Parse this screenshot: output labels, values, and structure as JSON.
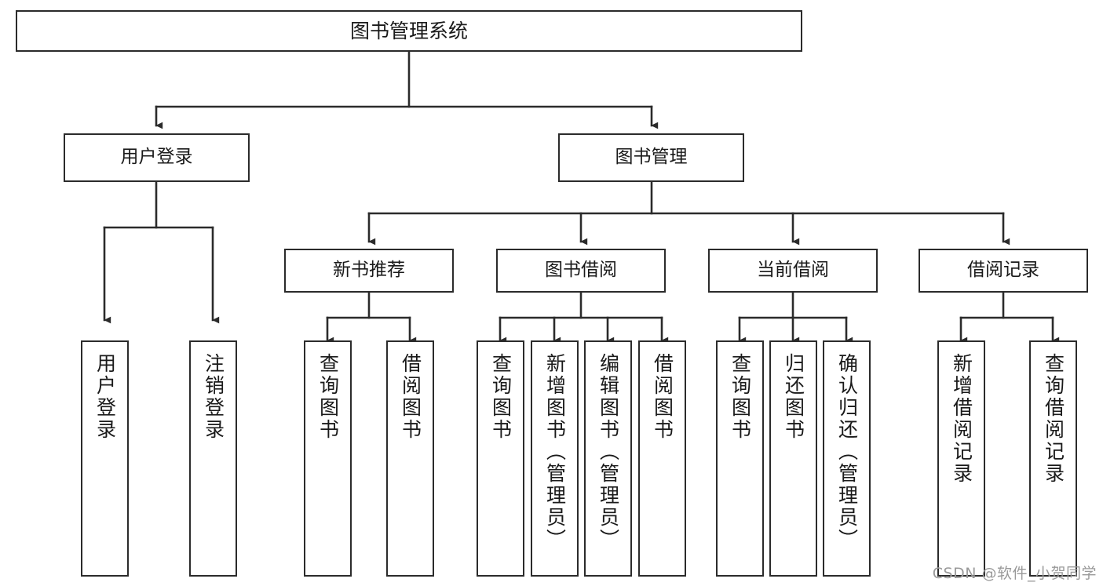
{
  "diagram": {
    "kind": "hierarchy-tree",
    "title": "图书管理系统",
    "levels": 4,
    "colors": {
      "box_border": "#2b2b2b",
      "box_fill": "#ffffff",
      "connector": "#2b2b2b",
      "text": "#1a1a1a",
      "watermark": "#9a9a9a",
      "background": "#ffffff"
    },
    "root": {
      "id": "root",
      "label": "图书管理系统",
      "orientation": "horizontal"
    },
    "level2": [
      {
        "id": "user-login",
        "label": "用户登录",
        "orientation": "horizontal"
      },
      {
        "id": "book-management",
        "label": "图书管理",
        "orientation": "horizontal"
      }
    ],
    "level3": [
      {
        "id": "new-book-recommend",
        "label": "新书推荐",
        "orientation": "horizontal",
        "parent": "book-management"
      },
      {
        "id": "book-borrow",
        "label": "图书借阅",
        "orientation": "horizontal",
        "parent": "book-management"
      },
      {
        "id": "current-borrow",
        "label": "当前借阅",
        "orientation": "horizontal",
        "parent": "book-management"
      },
      {
        "id": "borrow-record",
        "label": "借阅记录",
        "orientation": "horizontal",
        "parent": "book-management"
      }
    ],
    "leaves": [
      {
        "id": "leaf-user-login",
        "label": "用户登录",
        "parent": "user-login"
      },
      {
        "id": "leaf-logout-login",
        "label": "注销登录",
        "parent": "user-login"
      },
      {
        "id": "leaf-query-book-1",
        "label": "查询图书",
        "parent": "new-book-recommend"
      },
      {
        "id": "leaf-borrow-book-1",
        "label": "借阅图书",
        "parent": "new-book-recommend"
      },
      {
        "id": "leaf-query-book-2",
        "label": "查询图书",
        "parent": "book-borrow"
      },
      {
        "id": "leaf-add-book",
        "label": "新增图书（管理员）",
        "parent": "book-borrow"
      },
      {
        "id": "leaf-edit-book",
        "label": "编辑图书（管理员）",
        "parent": "book-borrow"
      },
      {
        "id": "leaf-borrow-book-2",
        "label": "借阅图书",
        "parent": "book-borrow"
      },
      {
        "id": "leaf-query-book-3",
        "label": "查询图书",
        "parent": "current-borrow"
      },
      {
        "id": "leaf-return-book",
        "label": "归还图书",
        "parent": "current-borrow"
      },
      {
        "id": "leaf-confirm-return",
        "label": "确认归还（管理员）",
        "parent": "current-borrow"
      },
      {
        "id": "leaf-add-record",
        "label": "新增借阅记录",
        "parent": "borrow-record"
      },
      {
        "id": "leaf-query-record",
        "label": "查询借阅记录",
        "parent": "borrow-record"
      }
    ]
  },
  "watermark": {
    "text": "CSDN @软件_小贺同学"
  }
}
